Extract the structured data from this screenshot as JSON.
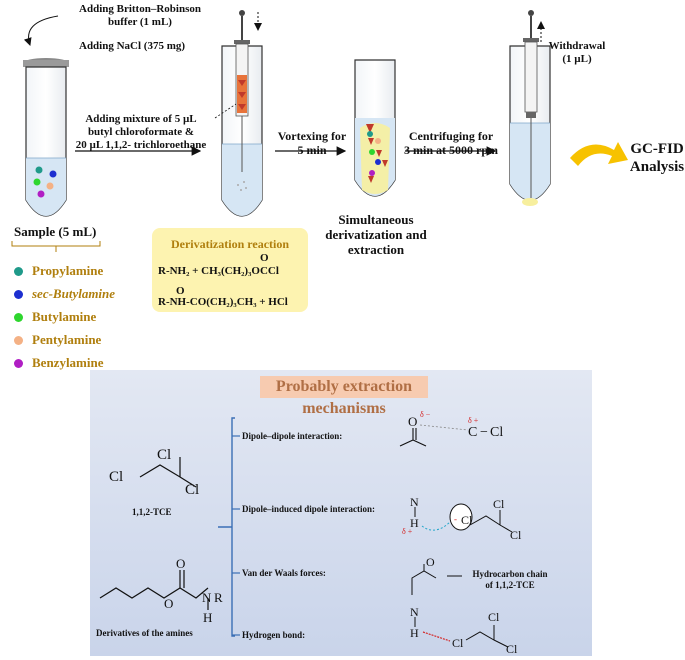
{
  "steps": {
    "add_buffer": [
      "Adding Britton–Robinson",
      "buffer (1 mL)"
    ],
    "add_nacl": "Adding NaCl (375 mg)",
    "add_mixture": [
      "Adding mixture of 5 µL",
      "butyl chloroformate &",
      "20 µL 1,1,2- trichloroethane"
    ],
    "vortex": [
      "Vortexing for",
      "5 min"
    ],
    "centrifuge": [
      "Centrifuging for",
      "3 min at 5000 rpm"
    ],
    "withdrawal": [
      "Withdrawal",
      "(1 µL)"
    ],
    "gc": [
      "GC-FID",
      "Analysis"
    ],
    "simultaneous": [
      "Simultaneous",
      "derivatization and",
      "extraction"
    ]
  },
  "sample": {
    "title": "Sample (5 mL)",
    "amines": [
      {
        "name": "Propylamine",
        "color": "#1f9a8a"
      },
      {
        "name": "sec-Butylamine",
        "color": "#1d2fd0"
      },
      {
        "name": "Butylamine",
        "color": "#2ed62e"
      },
      {
        "name": "Pentylamine",
        "color": "#f4b185"
      },
      {
        "name": "Benzylamine",
        "color": "#b01ec4"
      }
    ]
  },
  "derivatization": {
    "title": "Derivatization reaction",
    "reaction_line1": "R-NH₂ + CH₃(CH₂)₃OCCl",
    "carbonyl_o": "O",
    "reaction_line2": "R-NH-CO(CH₂)₃CH₃ + HCl"
  },
  "mechanisms": {
    "title": "Probably extraction mechanisms",
    "tce_label": "1,1,2-TCE",
    "derivative_label": "Derivatives of the amines",
    "interactions": [
      "Dipole–dipole interaction:",
      "Dipole–induced dipole interaction:",
      "Van der Waals forces:",
      "Hydrogen bond:"
    ],
    "hydrocarbon_chain": [
      "Hydrocarbon chain",
      "of 1,1,2-TCE"
    ],
    "atoms": {
      "Cl": "Cl",
      "O": "O",
      "N": "N",
      "H": "H",
      "R": "R",
      "C": "C"
    },
    "partial_charges": {
      "neg": "δ −",
      "pos": "δ +",
      "minus": "-"
    }
  },
  "colors": {
    "accent_gold": "#b07f0e",
    "liquid_blue": "#d6e6f4",
    "deriv_box": "#fdf3b0",
    "gc_arrow": "#f7c200",
    "panel_blue": "#c9d4ea",
    "title_box": "#f7cbb0"
  }
}
